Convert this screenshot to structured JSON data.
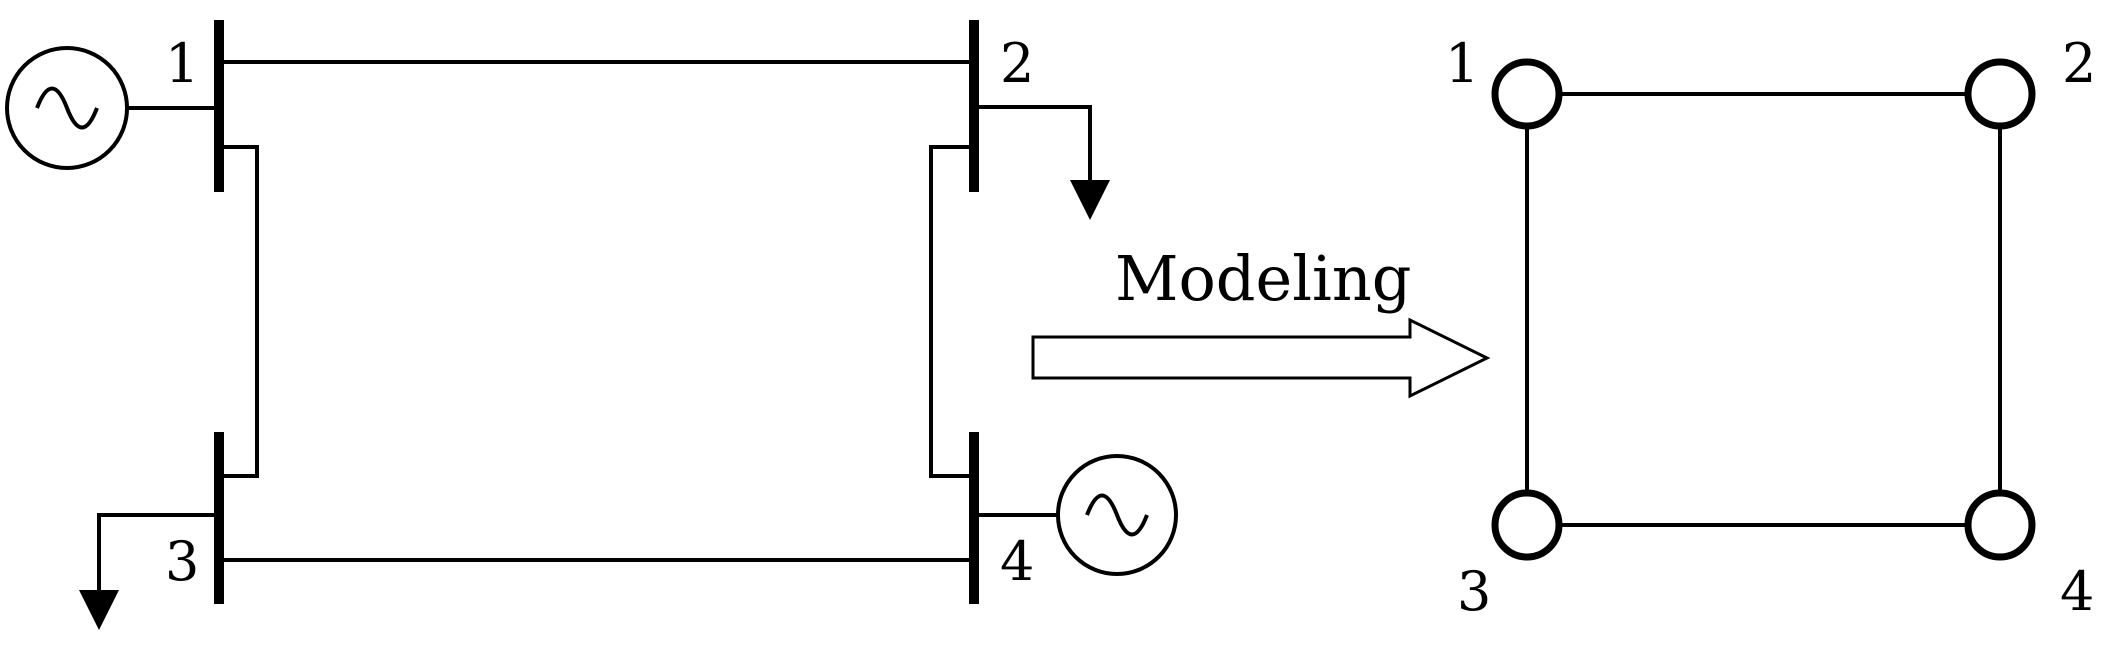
{
  "left_diagram": {
    "buses": [
      {
        "id": "1",
        "label": "1"
      },
      {
        "id": "2",
        "label": "2"
      },
      {
        "id": "3",
        "label": "3"
      },
      {
        "id": "4",
        "label": "4"
      }
    ],
    "generators": [
      {
        "bus": "1",
        "symbol": "ac-source-icon"
      },
      {
        "bus": "4",
        "symbol": "ac-source-icon"
      }
    ],
    "loads": [
      {
        "bus": "2",
        "symbol": "load-arrow-icon"
      },
      {
        "bus": "3",
        "symbol": "load-arrow-icon"
      }
    ],
    "lines": [
      {
        "from": "1",
        "to": "2"
      },
      {
        "from": "1",
        "to": "3"
      },
      {
        "from": "2",
        "to": "4"
      },
      {
        "from": "3",
        "to": "4"
      }
    ]
  },
  "transform": {
    "caption": "Modeling"
  },
  "right_graph": {
    "nodes": [
      {
        "id": "1",
        "label": "1"
      },
      {
        "id": "2",
        "label": "2"
      },
      {
        "id": "3",
        "label": "3"
      },
      {
        "id": "4",
        "label": "4"
      }
    ],
    "edges": [
      {
        "from": "1",
        "to": "2"
      },
      {
        "from": "1",
        "to": "3"
      },
      {
        "from": "2",
        "to": "4"
      },
      {
        "from": "3",
        "to": "4"
      }
    ]
  }
}
